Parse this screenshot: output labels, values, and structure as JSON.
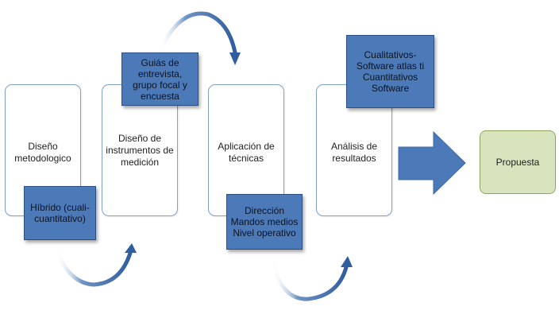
{
  "colors": {
    "card_border": "#7fa0c8",
    "tag_fill": "#4c79b8",
    "tag_border": "#2b4f84",
    "arrow_fill": "#4c79b8",
    "proposal_fill": "#d7e4bd",
    "proposal_border": "#8ea65c"
  },
  "stages": [
    {
      "label": "Diseño metodologico"
    },
    {
      "label": "Diseño de instrumentos de medición"
    },
    {
      "label": "Aplicación de técnicas"
    },
    {
      "label": "Análisis de resultados"
    }
  ],
  "tags": [
    {
      "label": "Híbrido (cuali-cuantitativo)"
    },
    {
      "label": "Guiás de entrevista, grupo focal y encuesta"
    },
    {
      "label": "Dirección Mandos medios Nivel operativo"
    },
    {
      "label": "Cualitativos- Software atlas ti Cuantitativos Software"
    }
  ],
  "proposal": {
    "label": "Propuesta"
  },
  "icons": {
    "big_arrow": "right-arrow-icon",
    "curved_arrows": "curved-arrow-icon"
  }
}
